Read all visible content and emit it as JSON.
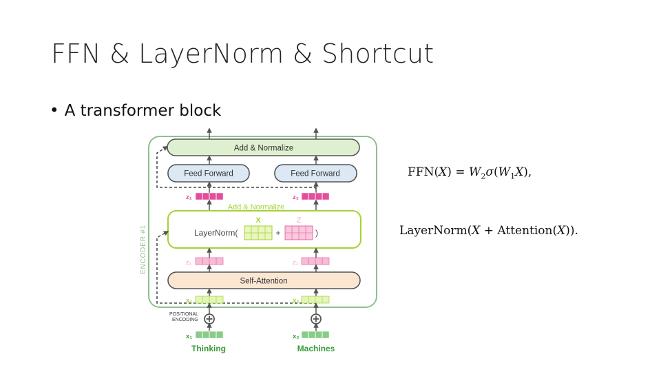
{
  "slide": {
    "title": "FFN & LayerNorm & Shortcut",
    "bullet": "A transformer block"
  },
  "diagram": {
    "encoder_label": "ENCODER #1",
    "add_normalize_top": "Add & Normalize",
    "feed_forward_1": "Feed Forward",
    "feed_forward_2": "Feed Forward",
    "add_normalize_mid": "Add & Normalize",
    "layernorm_open": "LayerNorm(",
    "layernorm_plus": "+",
    "layernorm_close": ")",
    "x_label": "X",
    "z_label": "Z",
    "self_attention": "Self-Attention",
    "z1": "z₁",
    "z2": "z₂",
    "x1": "x₁",
    "x2": "x₂",
    "positional_line1": "POSITIONAL",
    "positional_line2": "ENCODING",
    "word1": "Thinking",
    "word2": "Machines",
    "colors": {
      "encoder_border": "#8fbf8f",
      "add_norm_fill": "#dff0d0",
      "feed_forward_fill": "#dde8f5",
      "self_attention_fill": "#fbe6d2",
      "layernorm_border": "#a4d233",
      "z_pink": "#f2a7c8",
      "z_magenta": "#e44d9b",
      "x_light": "#d9f0b0",
      "x_green": "#88cc88"
    }
  },
  "formulas": {
    "ffn": {
      "lhs": "FFN",
      "x": "X",
      "eq": "=",
      "w2": "W",
      "w2_sub": "2",
      "sigma": "σ",
      "w1": "W",
      "w1_sub": "1",
      "x2": "X",
      "tail": "),"
    },
    "ln": {
      "fn": "LayerNorm",
      "x": "X",
      "plus": "+",
      "attn": "Attention",
      "x2": "X",
      "tail": "))."
    }
  }
}
